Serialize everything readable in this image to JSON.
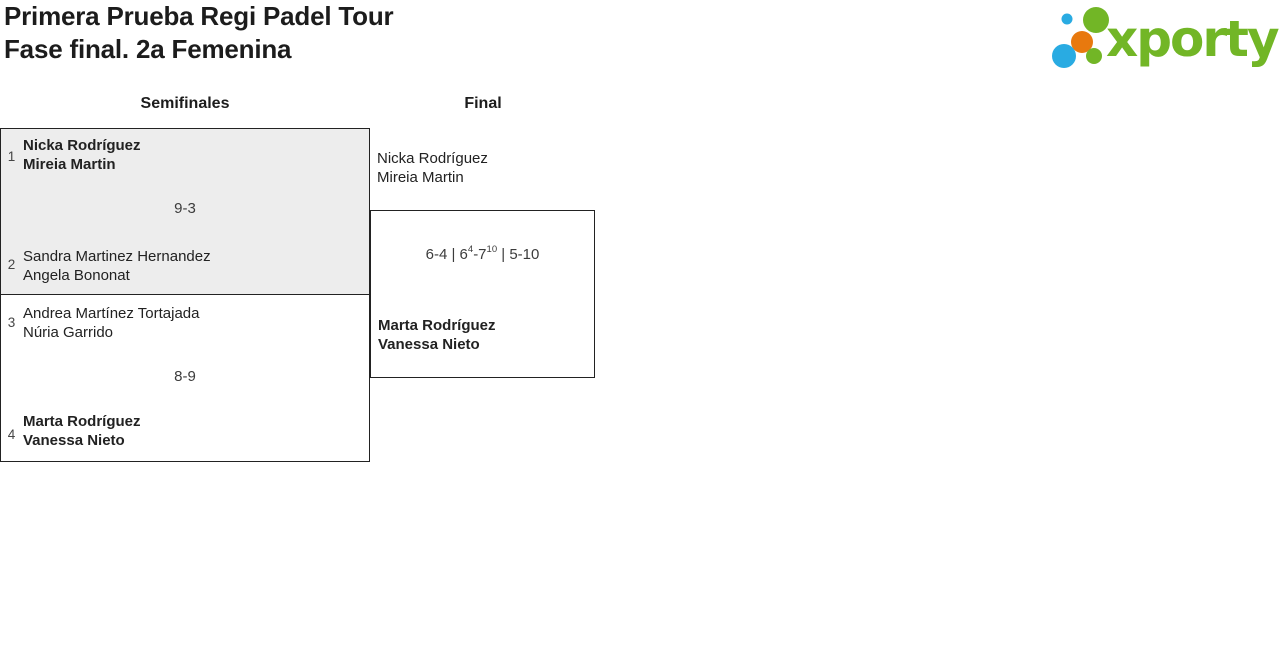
{
  "header": {
    "title_line1": "Primera Prueba Regi Padel Tour",
    "title_line2": "Fase final. 2a Femenina"
  },
  "logo": {
    "brand": "xporty",
    "colors": {
      "green": "#72b626",
      "blue": "#29abe2",
      "orange": "#e8790e"
    }
  },
  "bracket": {
    "rounds": {
      "semifinals_label": "Semifinales",
      "final_label": "Final"
    },
    "semifinals": [
      {
        "top": {
          "seed": "1",
          "player1": "Nicka Rodríguez",
          "player2": "Mireia Martin",
          "winner": true
        },
        "score": "9-3",
        "bottom": {
          "seed": "2",
          "player1": "Sandra Martinez Hernandez",
          "player2": "Angela Bononat",
          "winner": false
        }
      },
      {
        "top": {
          "seed": "3",
          "player1": "Andrea Martínez Tortajada",
          "player2": "Núria Garrido",
          "winner": false
        },
        "score": "8-9",
        "bottom": {
          "seed": "4",
          "player1": "Marta Rodríguez",
          "player2": "Vanessa Nieto",
          "winner": true
        }
      }
    ],
    "final": {
      "top": {
        "player1": "Nicka Rodríguez",
        "player2": "Mireia Martin",
        "winner": false
      },
      "score": {
        "part1": "6-4 | 6",
        "tiebreak1": "4",
        "part2": "-7",
        "tiebreak2": "10",
        "part3": " | 5-10"
      },
      "bottom": {
        "player1": "Marta Rodríguez",
        "player2": "Vanessa Nieto",
        "winner": true
      }
    }
  },
  "colors": {
    "box_border": "#222222",
    "box_alt_background": "#ededed",
    "text_primary": "#1c1c1c",
    "text_secondary": "#3c3c3c"
  }
}
